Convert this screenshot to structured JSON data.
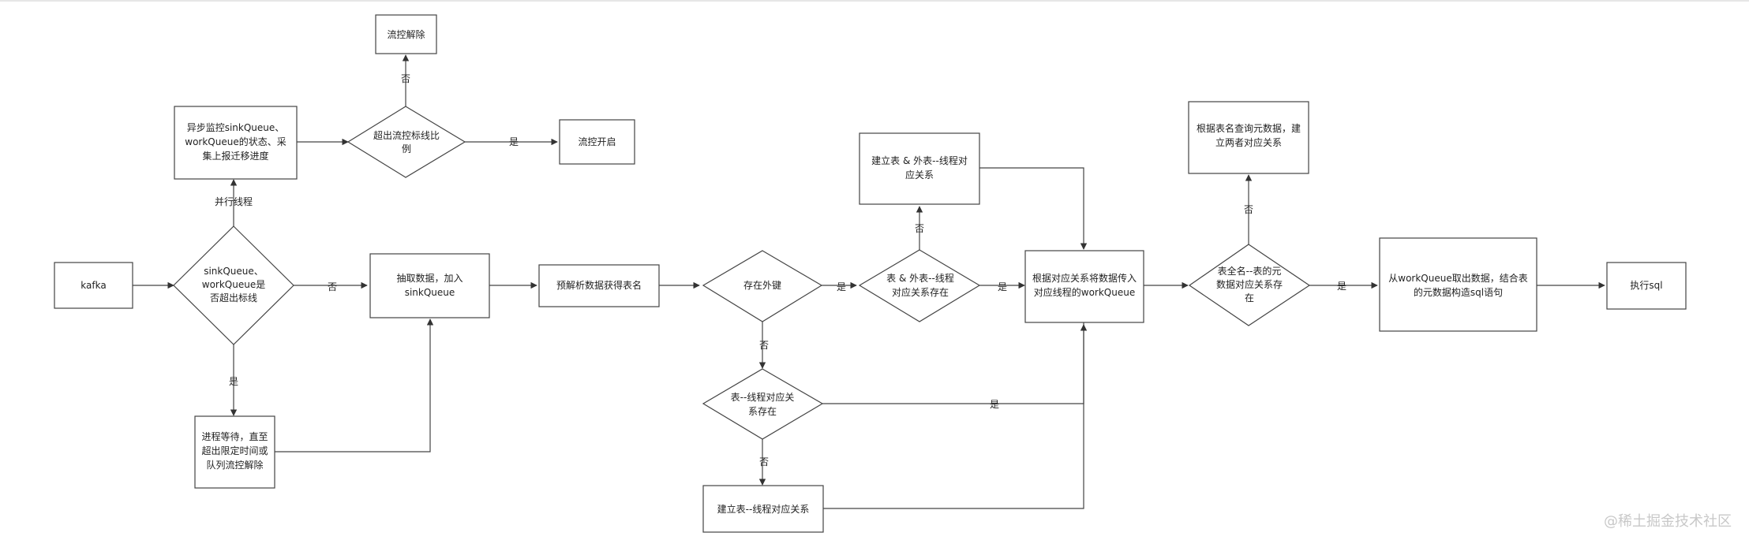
{
  "nodes": {
    "kafka": "kafka",
    "check_threshold": [
      "sinkQueue、",
      "workQueue是",
      "否超出标线"
    ],
    "monitor": [
      "异步监控sinkQueue、",
      "workQueue的状态、采",
      "集上报迁移进度"
    ],
    "exceed_ratio": [
      "超出流控标线比",
      "例"
    ],
    "flow_release": "流控解除",
    "flow_start": "流控开启",
    "wait_process": [
      "进程等待，直至",
      "超出限定时间或",
      "队列流控解除"
    ],
    "extract_data": [
      "抽取数据，加入",
      "sinkQueue"
    ],
    "pre_parse": "预解析数据获得表名",
    "has_foreign_key": "存在外键",
    "table_fk_relation_exists": [
      "表 & 外表--线程",
      "对应关系存在"
    ],
    "create_table_fk_relation": [
      "建立表 & 外表--线程对",
      "应关系"
    ],
    "table_relation_exists": [
      "表--线程对应关",
      "系存在"
    ],
    "create_table_relation": "建立表--线程对应关系",
    "dispatch_to_workqueue": [
      "根据对应关系将数据传入",
      "对应线程的workQueue"
    ],
    "metadata_relation_exists": [
      "表全名--表的元",
      "数据对应关系存",
      "在"
    ],
    "query_metadata": [
      "根据表名查询元数据，建",
      "立两者对应关系"
    ],
    "build_sql": [
      "从workQueue取出数据，结合表",
      "的元数据构造sql语句"
    ],
    "execute_sql": "执行sql"
  },
  "edge_labels": {
    "parallel_thread": "并行线程",
    "no_release": "否",
    "yes_start": "是",
    "no_extract": "否",
    "yes_wait": "是",
    "yes_fk": "是",
    "yes_fk_exists": "是",
    "no_fk_create": "否",
    "no_fk": "否",
    "yes_table_exists": "是",
    "no_table_create": "否",
    "no_meta_query": "否",
    "yes_meta": "是"
  },
  "watermark": "@稀土掘金技术社区",
  "colors": {
    "stroke": "#444444",
    "fill": "#ffffff",
    "text": "#222222",
    "watermark": "#c8c8c8"
  }
}
